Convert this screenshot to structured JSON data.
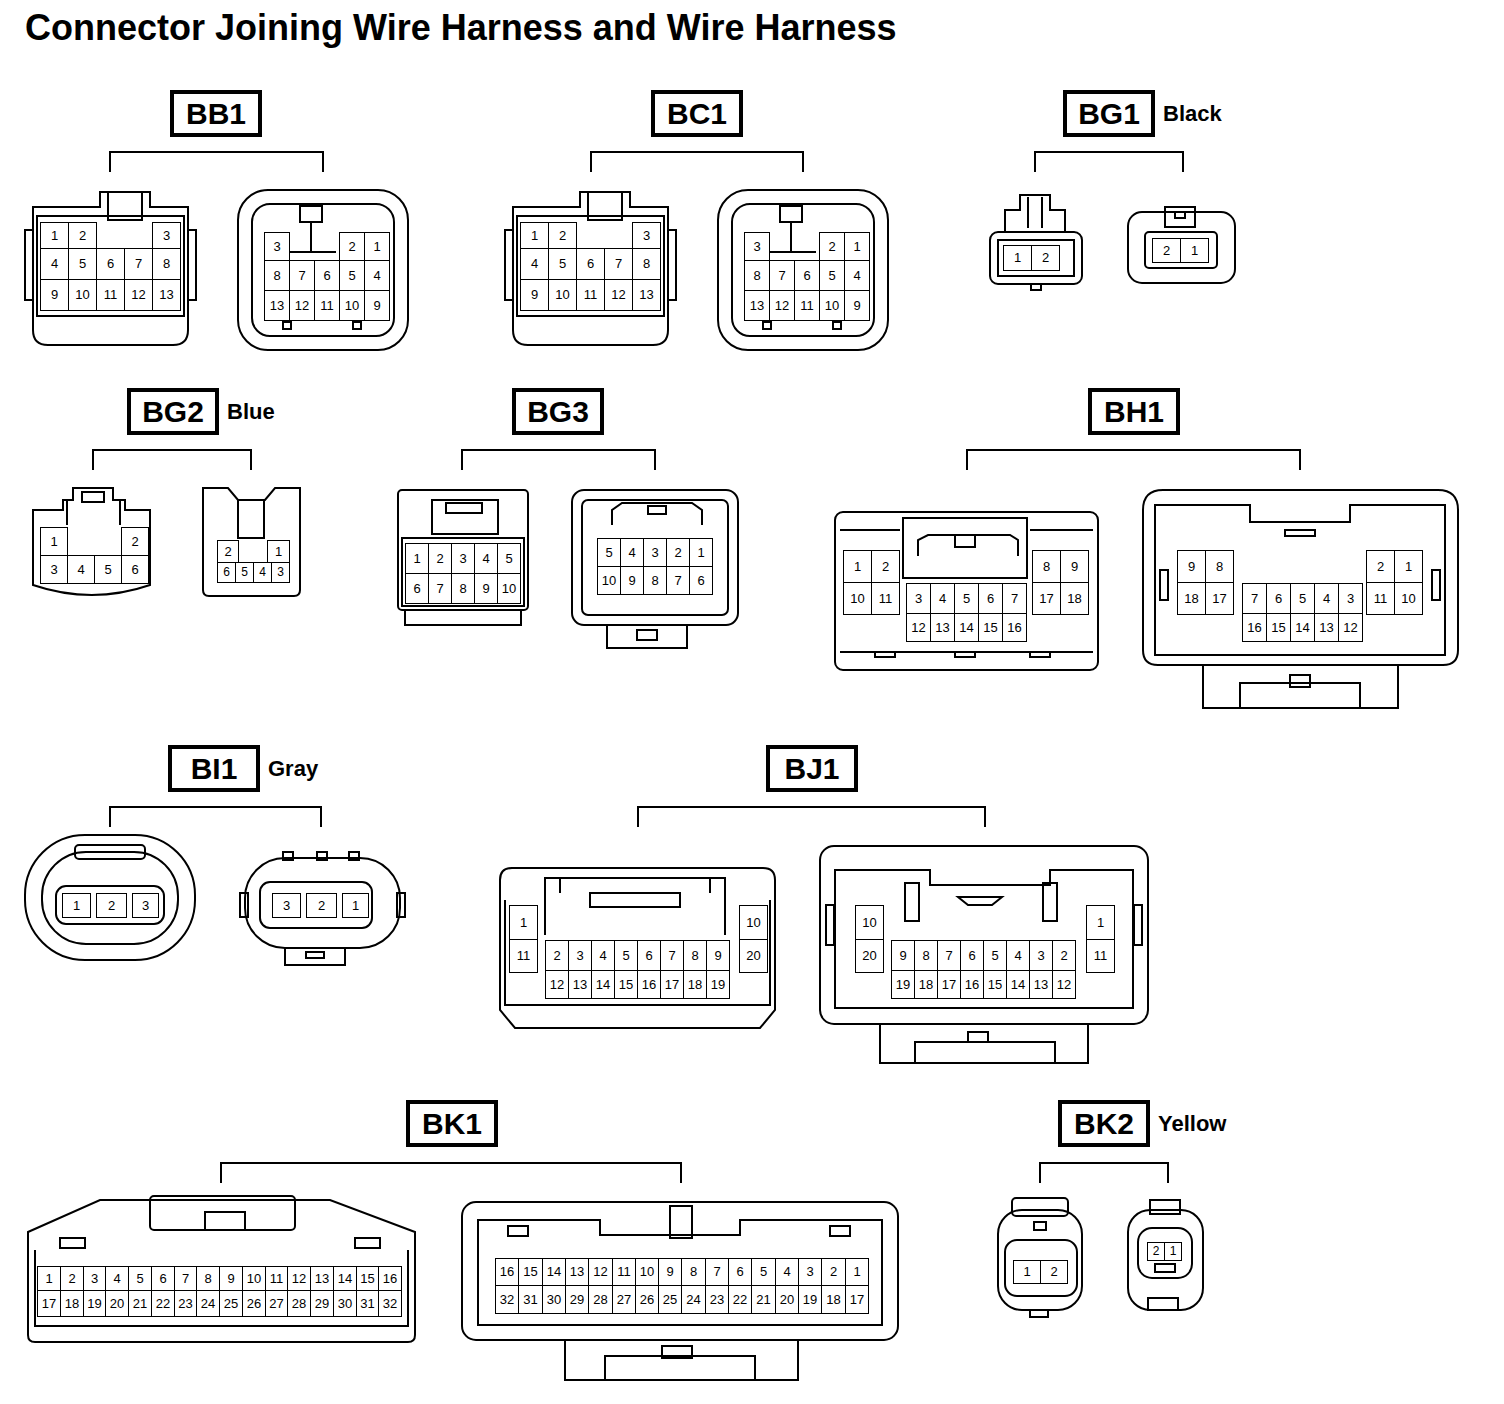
{
  "diagram": {
    "title": "Connector Joining Wire Harness and Wire Harness",
    "nodes": [
      {
        "text": [
          "BB1"
        ]
      },
      {
        "text": [
          "1",
          "2",
          "3",
          "4",
          "5",
          "6",
          "7",
          "8",
          "9",
          "10",
          "11",
          "12",
          "13"
        ]
      },
      {
        "text": [
          "3",
          "2",
          "1",
          "8",
          "7",
          "6",
          "5",
          "4",
          "13",
          "12",
          "11",
          "10",
          "9"
        ]
      },
      {
        "text": [
          "BC1"
        ]
      },
      {
        "text": [
          "1",
          "2",
          "3",
          "4",
          "5",
          "6",
          "7",
          "8",
          "9",
          "10",
          "11",
          "12",
          "13"
        ]
      },
      {
        "text": [
          "3",
          "2",
          "1",
          "8",
          "7",
          "6",
          "5",
          "4",
          "13",
          "12",
          "11",
          "10",
          "9"
        ]
      },
      {
        "text": [
          "BG1",
          "Black"
        ]
      },
      {
        "text": [
          "1",
          "2"
        ]
      },
      {
        "text": [
          "2",
          "1"
        ]
      },
      {
        "text": [
          "BG2",
          "Blue"
        ]
      },
      {
        "text": [
          "1",
          "2",
          "3",
          "4",
          "5",
          "6"
        ]
      },
      {
        "text": [
          "2",
          "1",
          "6",
          "5",
          "4",
          "3"
        ]
      },
      {
        "text": [
          "BG3"
        ]
      },
      {
        "text": [
          "1",
          "2",
          "3",
          "4",
          "5",
          "6",
          "7",
          "8",
          "9",
          "10"
        ]
      },
      {
        "text": [
          "5",
          "4",
          "3",
          "2",
          "1",
          "10",
          "9",
          "8",
          "7",
          "6"
        ]
      },
      {
        "text": [
          "BH1"
        ]
      },
      {
        "text": [
          "1",
          "2",
          "3",
          "4",
          "5",
          "6",
          "7",
          "8",
          "9",
          "10",
          "11",
          "12",
          "13",
          "14",
          "15",
          "16",
          "17",
          "18"
        ]
      },
      {
        "text": [
          "9",
          "8",
          "2",
          "1",
          "18",
          "17",
          "7",
          "6",
          "5",
          "4",
          "3",
          "11",
          "10",
          "16",
          "15",
          "14",
          "13",
          "12"
        ]
      },
      {
        "text": [
          "BI1",
          "Gray"
        ]
      },
      {
        "text": [
          "1",
          "2",
          "3"
        ]
      },
      {
        "text": [
          "3",
          "2",
          "1"
        ]
      },
      {
        "text": [
          "BJ1"
        ]
      },
      {
        "text": [
          "1",
          "11",
          "2",
          "3",
          "4",
          "5",
          "6",
          "7",
          "8",
          "9",
          "12",
          "13",
          "14",
          "15",
          "16",
          "17",
          "18",
          "19",
          "10",
          "20"
        ]
      },
      {
        "text": [
          "10",
          "20",
          "9",
          "8",
          "7",
          "6",
          "5",
          "4",
          "3",
          "2",
          "19",
          "18",
          "17",
          "16",
          "15",
          "14",
          "13",
          "12",
          "1",
          "11"
        ]
      },
      {
        "text": [
          "BK1"
        ]
      },
      {
        "text": [
          "1",
          "2",
          "3",
          "4",
          "5",
          "6",
          "7",
          "8",
          "9",
          "10",
          "11",
          "12",
          "13",
          "14",
          "15",
          "16",
          "17",
          "18",
          "19",
          "20",
          "21",
          "22",
          "23",
          "24",
          "25",
          "26",
          "27",
          "28",
          "29",
          "30",
          "31",
          "32"
        ]
      },
      {
        "text": [
          "16",
          "15",
          "14",
          "13",
          "12",
          "11",
          "10",
          "9",
          "8",
          "7",
          "6",
          "5",
          "4",
          "3",
          "2",
          "1",
          "32",
          "31",
          "30",
          "29",
          "28",
          "27",
          "26",
          "25",
          "24",
          "23",
          "22",
          "21",
          "20",
          "19",
          "18",
          "17"
        ]
      },
      {
        "text": [
          "BK2",
          "Yellow"
        ]
      },
      {
        "text": [
          "1",
          "2"
        ]
      },
      {
        "text": [
          "2",
          "1"
        ]
      }
    ]
  }
}
